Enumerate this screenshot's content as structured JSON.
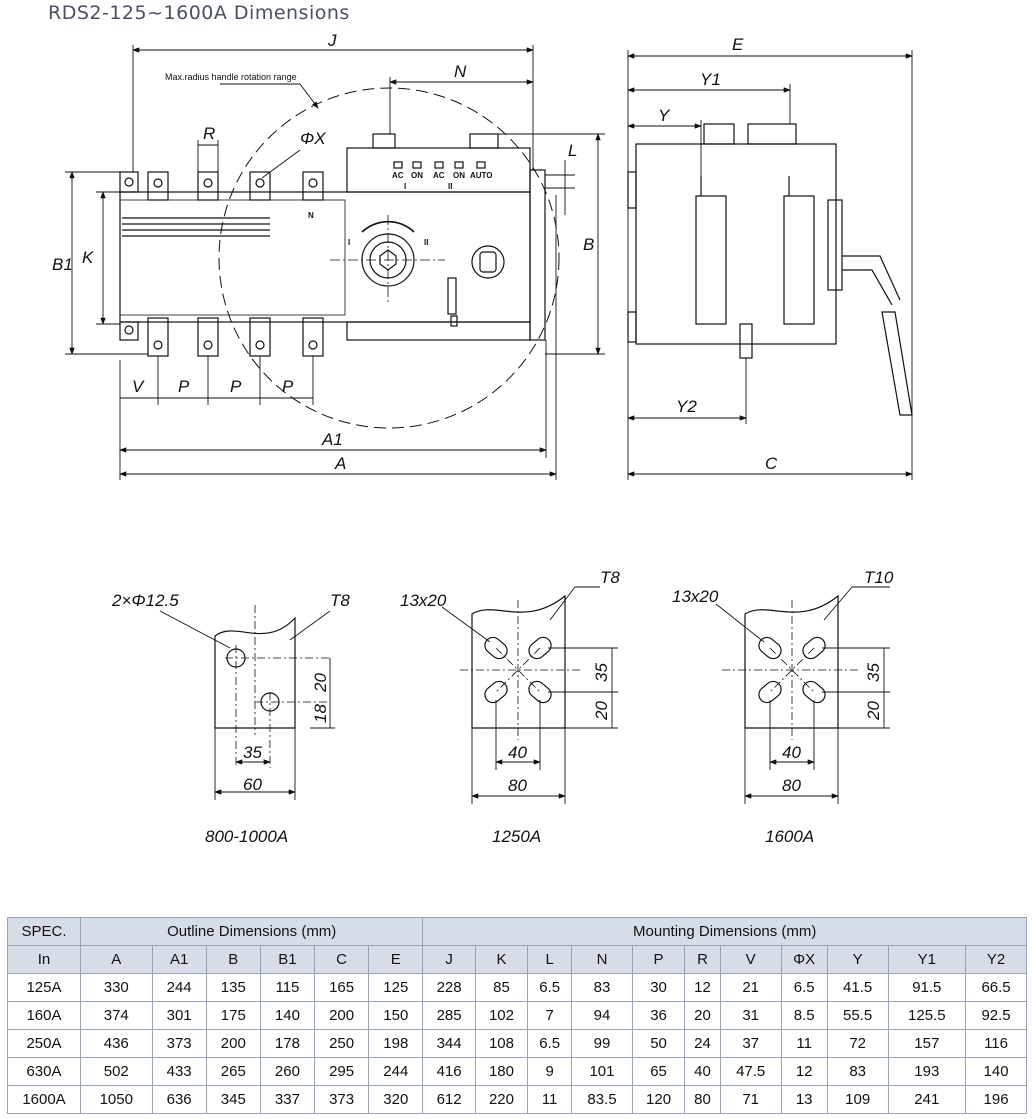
{
  "title": "RDS2-125~1600A Dimensions",
  "main_drawing": {
    "handle_note": "Max.radius handle rotation range",
    "labels": {
      "J": "J",
      "N": "N",
      "R": "R",
      "X": "ΦX",
      "L": "L",
      "B": "B",
      "B1": "B1",
      "K": "K",
      "V": "V",
      "P": "P",
      "A1": "A1",
      "A": "A",
      "E": "E",
      "Y1": "Y1",
      "Y": "Y",
      "Y2": "Y2",
      "C": "C"
    },
    "indicator_labels": [
      "AC",
      "ON",
      "AC",
      "ON",
      "AUTO"
    ],
    "group_marks": [
      "I",
      "II"
    ],
    "pos_marks": [
      "I",
      "II"
    ],
    "n_mark": "N"
  },
  "terminals": [
    {
      "caption": "800-1000A",
      "note": "2×Φ12.5",
      "t": "T8",
      "dims": {
        "d35": "35",
        "d60": "60",
        "d20": "20",
        "d18": "18"
      }
    },
    {
      "caption": "1250A",
      "note": "13x20",
      "t": "T8",
      "dims": {
        "d40": "40",
        "d80": "80",
        "d35": "35",
        "d20": "20"
      }
    },
    {
      "caption": "1600A",
      "note": "13x20",
      "t": "T10",
      "dims": {
        "d40": "40",
        "d80": "80",
        "d35": "35",
        "d20": "20"
      }
    }
  ],
  "table": {
    "spec_label": "SPEC.",
    "outline_label": "Outline Dimensions (mm)",
    "mounting_label": "Mounting Dimensions (mm)",
    "columns": [
      "In",
      "A",
      "A1",
      "B",
      "B1",
      "C",
      "E",
      "J",
      "K",
      "L",
      "N",
      "P",
      "R",
      "V",
      "ΦX",
      "Y",
      "Y1",
      "Y2"
    ],
    "rows": [
      [
        "125A",
        "330",
        "244",
        "135",
        "115",
        "165",
        "125",
        "228",
        "85",
        "6.5",
        "83",
        "30",
        "12",
        "21",
        "6.5",
        "41.5",
        "91.5",
        "66.5"
      ],
      [
        "160A",
        "374",
        "301",
        "175",
        "140",
        "200",
        "150",
        "285",
        "102",
        "7",
        "94",
        "36",
        "20",
        "31",
        "8.5",
        "55.5",
        "125.5",
        "92.5"
      ],
      [
        "250A",
        "436",
        "373",
        "200",
        "178",
        "250",
        "198",
        "344",
        "108",
        "6.5",
        "99",
        "50",
        "24",
        "37",
        "11",
        "72",
        "157",
        "116"
      ],
      [
        "630A",
        "502",
        "433",
        "265",
        "260",
        "295",
        "244",
        "416",
        "180",
        "9",
        "101",
        "65",
        "40",
        "47.5",
        "12",
        "83",
        "193",
        "140"
      ],
      [
        "1600A",
        "1050",
        "636",
        "345",
        "337",
        "373",
        "320",
        "612",
        "220",
        "11",
        "83.5",
        "120",
        "80",
        "71",
        "13",
        "109",
        "241",
        "196"
      ]
    ]
  }
}
